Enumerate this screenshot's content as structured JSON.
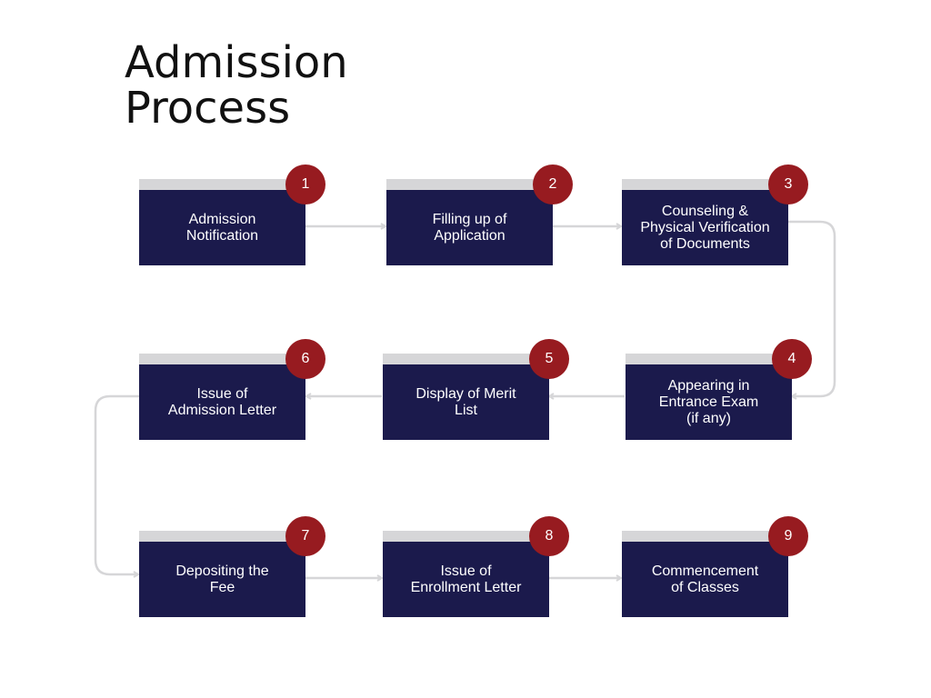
{
  "title": [
    "Admission",
    "Process"
  ],
  "colors": {
    "box": "#1b1a4c",
    "box_top_bar": "#d6d6d8",
    "badge": "#971b20",
    "connector": "#d6d6d8"
  },
  "steps": [
    {
      "number": "1",
      "label": "Admission\nNotification"
    },
    {
      "number": "2",
      "label": "Filling up of\nApplication"
    },
    {
      "number": "3",
      "label": "Counseling &\nPhysical Verification\nof Documents"
    },
    {
      "number": "4",
      "label": "Appearing in\nEntrance Exam\n(if any)"
    },
    {
      "number": "5",
      "label": "Display of Merit\nList"
    },
    {
      "number": "6",
      "label": "Issue of\nAdmission Letter"
    },
    {
      "number": "7",
      "label": "Depositing the\nFee"
    },
    {
      "number": "8",
      "label": "Issue of\nEnrollment Letter"
    },
    {
      "number": "9",
      "label": "Commencement\nof Classes"
    }
  ]
}
